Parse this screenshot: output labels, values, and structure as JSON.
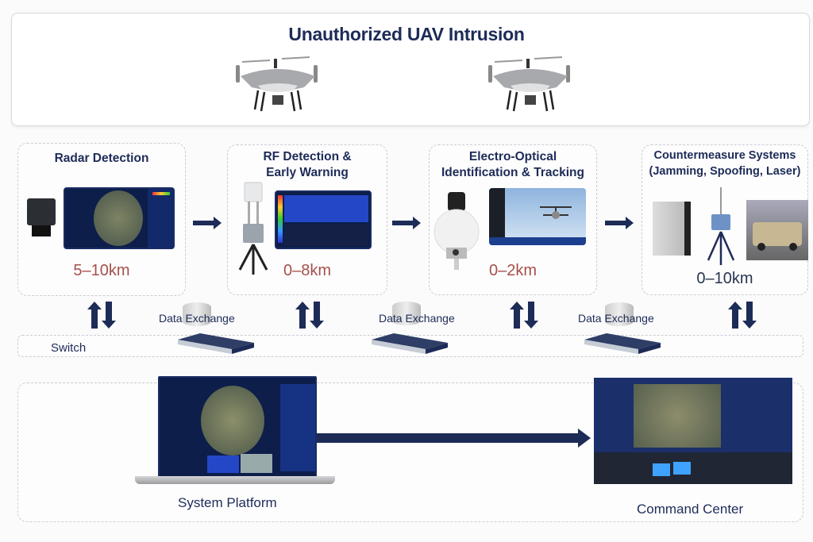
{
  "title": "Unauthorized UAV Intrusion",
  "stages": [
    {
      "title_line1": "Radar Detection",
      "title_line2": "",
      "range": "5–10km"
    },
    {
      "title_line1": "RF Detection &",
      "title_line2": "Early Warning",
      "range": "0–8km"
    },
    {
      "title_line1": "Electro-Optical",
      "title_line2": "Identification & Tracking",
      "range": "0–2km"
    },
    {
      "title_line1": "Countermeasure Systems",
      "title_line2": "(Jamming, Spoofing, Laser)",
      "range": "0–10km"
    }
  ],
  "data_exchange": [
    "Data Exchange",
    "Data Exchange",
    "Data Exchange"
  ],
  "switch_label": "Switch",
  "bottom": {
    "left_label": "System Platform",
    "right_label": "Command Center"
  },
  "colors": {
    "navy": "#1d2b57",
    "range_red": "#a6504b"
  }
}
